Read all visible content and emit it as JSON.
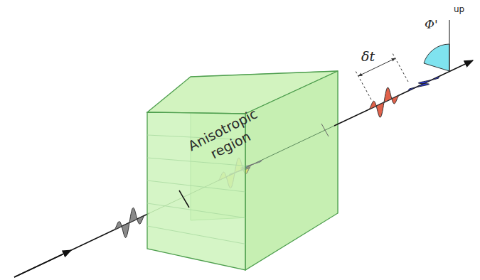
{
  "diagram": {
    "nodes": [
      {
        "text": [
          "Anisotropic region"
        ]
      }
    ],
    "labels": [
      "δt",
      "Φ'",
      "up"
    ]
  }
}
